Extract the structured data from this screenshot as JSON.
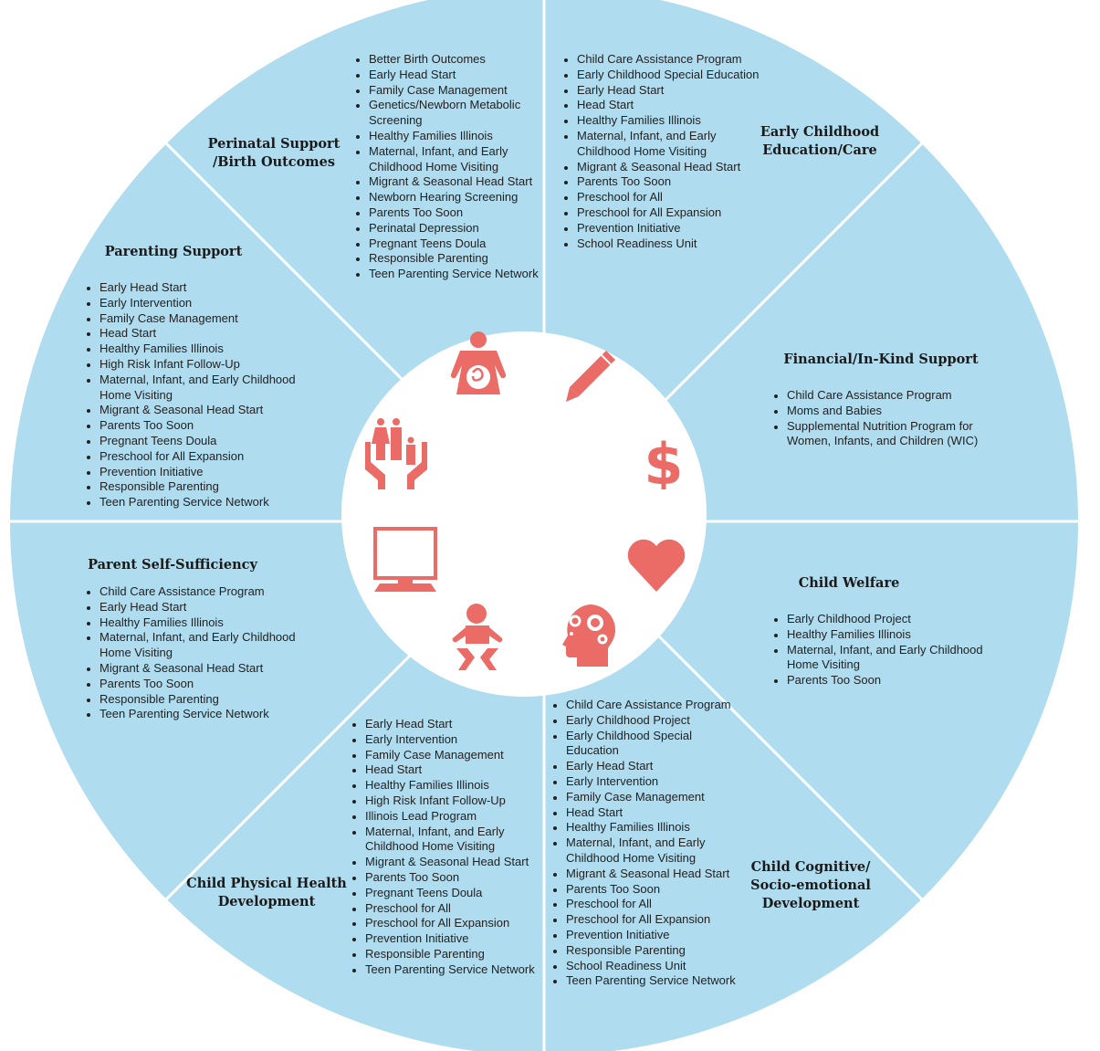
{
  "colors": {
    "sector_fill": "#b0dcef",
    "divider": "#ffffff",
    "center_fill": "#ffffff",
    "icon": "#eb6b67"
  },
  "sectors": [
    {
      "id": "perinatal",
      "title": [
        "Perinatal Support",
        "/Birth Outcomes"
      ],
      "icon": "pregnant-woman-icon",
      "items": [
        "Better Birth Outcomes",
        "Early Head Start",
        "Family Case Management",
        "Genetics/Newborn Metabolic Screening",
        "Healthy Families Illinois",
        "Maternal, Infant, and Early Childhood Home Visiting",
        "Migrant & Seasonal Head Start",
        "Newborn Hearing Screening",
        "Parents Too Soon",
        "Perinatal Depression",
        "Pregnant Teens Doula",
        "Responsible Parenting",
        "Teen Parenting Service Network"
      ]
    },
    {
      "id": "early-childhood",
      "title": [
        "Early Childhood",
        "Education/Care"
      ],
      "icon": "pencil-icon",
      "items": [
        "Child Care Assistance Program",
        "Early Childhood Special Education",
        "Early Head Start",
        "Head Start",
        "Healthy Families Illinois",
        "Maternal, Infant, and Early Childhood Home Visiting",
        "Migrant & Seasonal Head Start",
        "Parents Too Soon",
        "Preschool for All",
        "Preschool for All Expansion",
        "Prevention Initiative",
        "School Readiness Unit"
      ]
    },
    {
      "id": "financial",
      "title": [
        "Financial/In-Kind Support"
      ],
      "icon": "dollar-icon",
      "items": [
        "Child Care Assistance Program",
        "Moms and Babies",
        "Supplemental Nutrition Program for Women, Infants, and Children (WIC)"
      ]
    },
    {
      "id": "child-welfare",
      "title": [
        "Child Welfare"
      ],
      "icon": "heart-icon",
      "items": [
        "Early Childhood Project",
        "Healthy Families Illinois",
        "Maternal, Infant, and Early Childhood Home Visiting",
        "Parents Too Soon"
      ]
    },
    {
      "id": "cognitive",
      "title": [
        "Child Cognitive/",
        "Socio-emotional",
        "Development"
      ],
      "icon": "brain-gears-icon",
      "items": [
        "Child Care Assistance Program",
        "Early Childhood Project",
        "Early Childhood Special Education",
        "Early Head Start",
        "Early Intervention",
        "Family Case Management",
        "Head Start",
        "Healthy Families Illinois",
        "Maternal, Infant, and Early Childhood Home Visiting",
        "Migrant & Seasonal Head Start",
        "Parents Too Soon",
        "Preschool for All",
        "Preschool for All Expansion",
        "Prevention Initiative",
        "Responsible Parenting",
        "School Readiness Unit",
        "Teen Parenting Service Network"
      ]
    },
    {
      "id": "physical-health",
      "title": [
        "Child Physical Health",
        "Development"
      ],
      "icon": "baby-icon",
      "items": [
        "Early Head Start",
        "Early Intervention",
        "Family Case Management",
        "Head Start",
        "Healthy Families Illinois",
        "High Risk Infant Follow-Up",
        "Illinois Lead Program",
        "Maternal, Infant, and Early Childhood Home Visiting",
        "Migrant & Seasonal Head Start",
        "Parents Too Soon",
        "Pregnant Teens Doula",
        "Preschool for All",
        "Preschool for All Expansion",
        "Prevention Initiative",
        "Responsible Parenting",
        "Teen Parenting Service Network"
      ]
    },
    {
      "id": "self-sufficiency",
      "title": [
        "Parent Self-Sufficiency"
      ],
      "icon": "computer-icon",
      "items": [
        "Child Care Assistance Program",
        "Early Head Start",
        "Healthy Families Illinois",
        "Maternal, Infant, and Early Childhood Home Visiting",
        "Migrant & Seasonal Head Start",
        "Parents Too Soon",
        "Responsible Parenting",
        "Teen Parenting Service Network"
      ]
    },
    {
      "id": "parenting",
      "title": [
        "Parenting Support"
      ],
      "icon": "family-in-hands-icon",
      "items": [
        "Early Head Start",
        "Early Intervention",
        "Family Case Management",
        "Head Start",
        "Healthy Families Illinois",
        "High Risk Infant Follow-Up",
        "Maternal, Infant, and Early Childhood Home Visiting",
        "Migrant & Seasonal Head Start",
        "Parents Too Soon",
        "Pregnant Teens Doula",
        "Preschool for All Expansion",
        "Prevention Initiative",
        "Responsible Parenting",
        "Teen Parenting Service Network"
      ]
    }
  ]
}
